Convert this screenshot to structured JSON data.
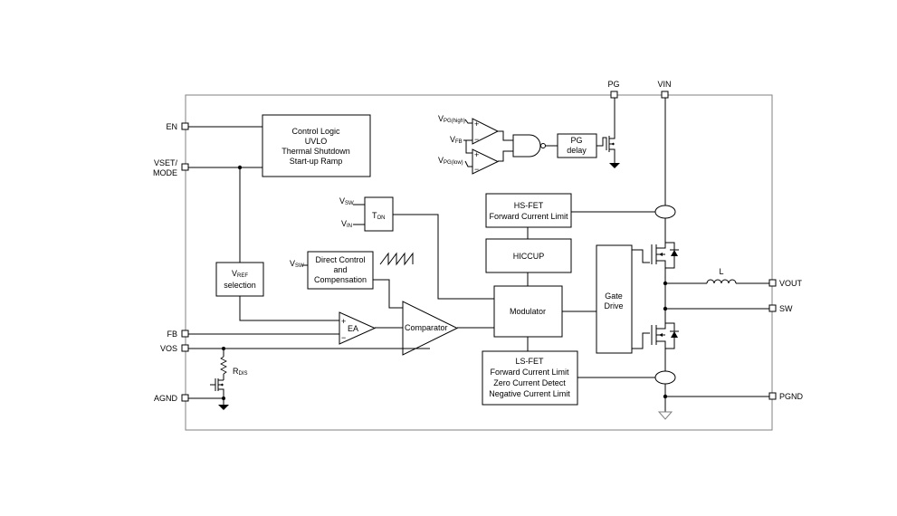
{
  "pins": {
    "en": "EN",
    "vset_mode_line1": "VSET/",
    "vset_mode_line2": "MODE",
    "fb": "FB",
    "vos": "VOS",
    "agnd": "AGND",
    "pg": "PG",
    "vin": "VIN",
    "vout": "VOUT",
    "sw": "SW",
    "pgnd": "PGND"
  },
  "blocks": {
    "control_logic": [
      "Control Logic",
      "UVLO",
      "Thermal Shutdown",
      "Start-up Ramp"
    ],
    "pg_delay": [
      "PG",
      "delay"
    ],
    "hs_fet": [
      "HS-FET",
      "Forward Current Limit"
    ],
    "hiccup": "HICCUP",
    "direct_control": [
      "Direct Control",
      "and",
      "Compensation"
    ],
    "modulator": "Modulator",
    "gate_drive": [
      "Gate",
      "Drive"
    ],
    "ls_fet": [
      "LS-FET",
      "Forward Current Limit",
      "Zero Current Detect",
      "Negative Current Limit"
    ],
    "comparator": "Comparator",
    "ea": "EA",
    "vref_selection_main": "V",
    "vref_selection_sub": "REF",
    "vref_selection_line2": "selection",
    "ton_main": "T",
    "ton_sub": "ON"
  },
  "signals": {
    "vsw_main": "V",
    "vsw_sub": "SW",
    "vin_main": "V",
    "vin_sub": "IN",
    "vpg_high_main": "V",
    "vpg_high_sub": "PG(high)",
    "vpg_low_main": "V",
    "vpg_low_sub": "PG(low)",
    "vfb_main": "V",
    "vfb_sub": "FB",
    "rdis_main": "R",
    "rdis_sub": "DIS",
    "inductor": "L",
    "plus": "+",
    "minus": "−"
  }
}
